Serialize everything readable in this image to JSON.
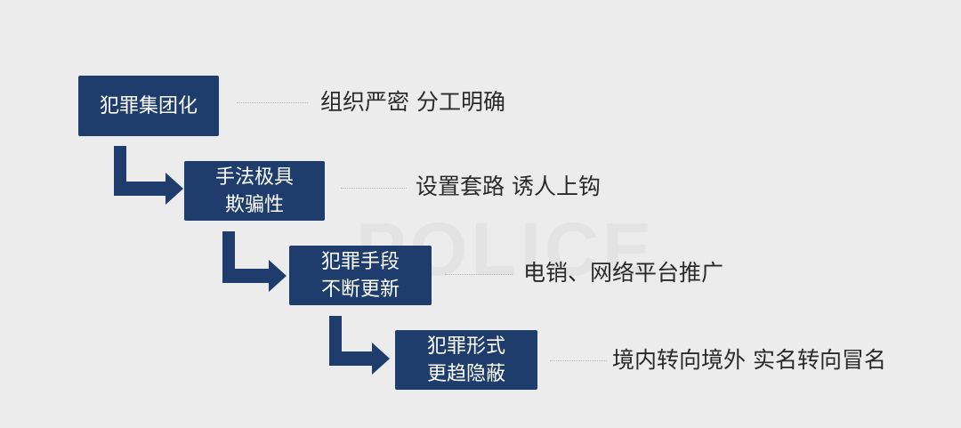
{
  "watermark": "POLICE",
  "steps": [
    {
      "title": [
        "犯罪集团化"
      ],
      "description": "组织严密 分工明确"
    },
    {
      "title": [
        "手法极具",
        "欺骗性"
      ],
      "description": "设置套路 诱人上钩"
    },
    {
      "title": [
        "犯罪手段",
        "不断更新"
      ],
      "description": "电销、网络平台推广"
    },
    {
      "title": [
        "犯罪形式",
        "更趋隐蔽"
      ],
      "description": "境内转向境外 实名转向冒名"
    }
  ],
  "colors": {
    "box": "#1e3d6d",
    "arrow": "#1e3d6d",
    "background": "#ececec",
    "text": "#2a2a2a"
  }
}
